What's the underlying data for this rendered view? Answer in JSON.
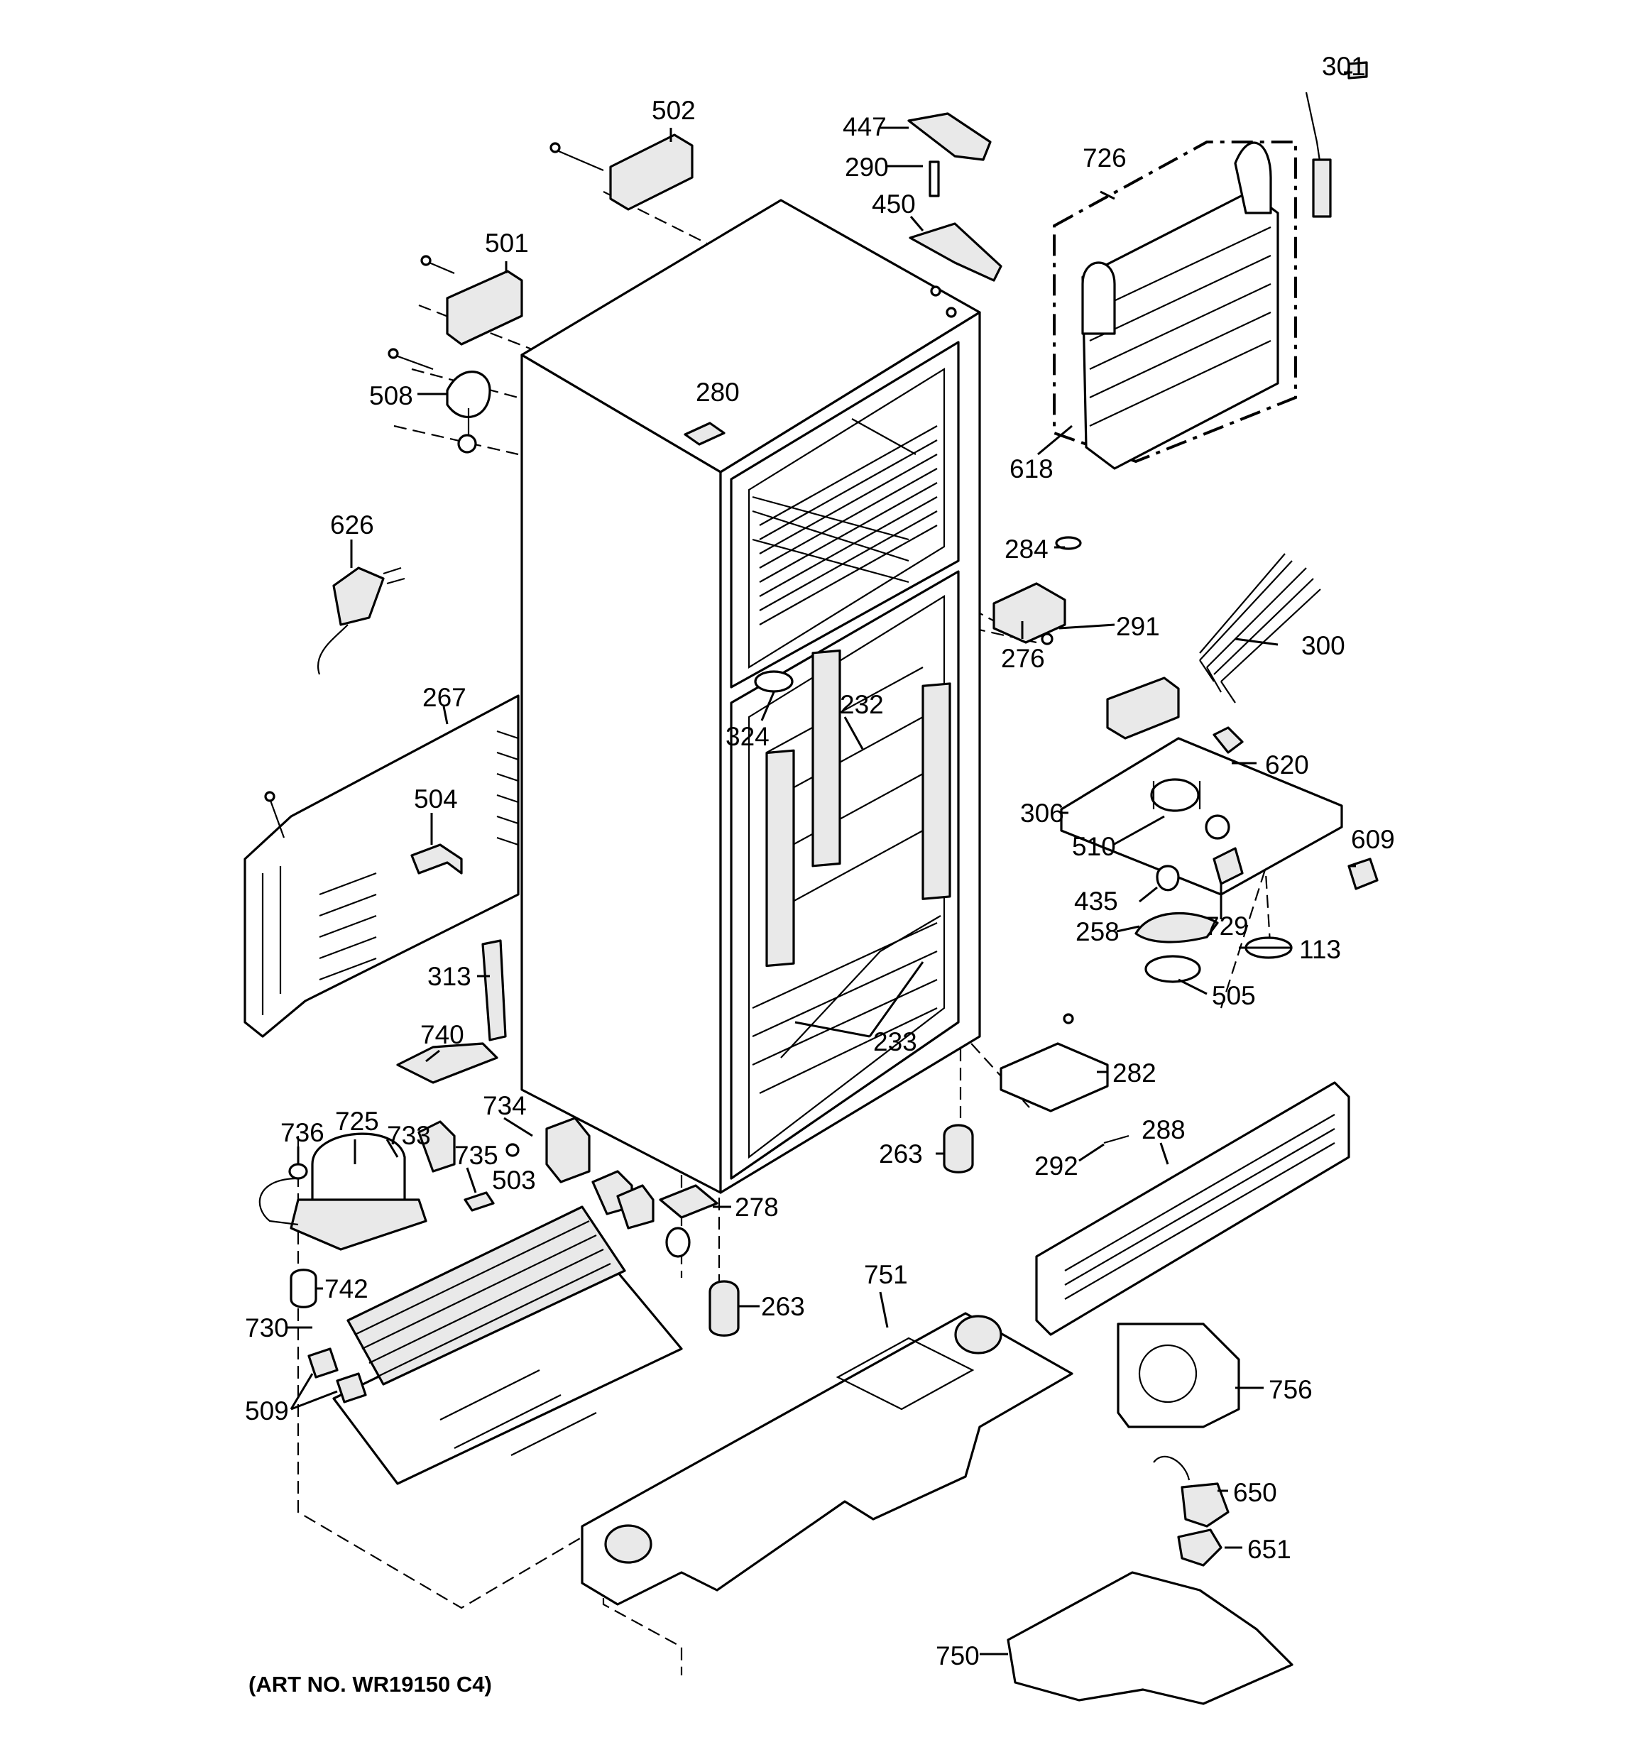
{
  "art_number": "(ART NO. WR19150 C4)",
  "callouts": [
    {
      "id": "502",
      "text": "502"
    },
    {
      "id": "447",
      "text": "447"
    },
    {
      "id": "290",
      "text": "290"
    },
    {
      "id": "450",
      "text": "450"
    },
    {
      "id": "301",
      "text": "301"
    },
    {
      "id": "726",
      "text": "726"
    },
    {
      "id": "501",
      "text": "501"
    },
    {
      "id": "508",
      "text": "508"
    },
    {
      "id": "280",
      "text": "280"
    },
    {
      "id": "618",
      "text": "618"
    },
    {
      "id": "626",
      "text": "626"
    },
    {
      "id": "284",
      "text": "284"
    },
    {
      "id": "291",
      "text": "291"
    },
    {
      "id": "276",
      "text": "276"
    },
    {
      "id": "300",
      "text": "300"
    },
    {
      "id": "267",
      "text": "267"
    },
    {
      "id": "232",
      "text": "232"
    },
    {
      "id": "324",
      "text": "324"
    },
    {
      "id": "620",
      "text": "620"
    },
    {
      "id": "504",
      "text": "504"
    },
    {
      "id": "306",
      "text": "306"
    },
    {
      "id": "510",
      "text": "510"
    },
    {
      "id": "609",
      "text": "609"
    },
    {
      "id": "435",
      "text": "435"
    },
    {
      "id": "729",
      "text": "729"
    },
    {
      "id": "258",
      "text": "258"
    },
    {
      "id": "113",
      "text": "113"
    },
    {
      "id": "313",
      "text": "313"
    },
    {
      "id": "505",
      "text": "505"
    },
    {
      "id": "740",
      "text": "740"
    },
    {
      "id": "233",
      "text": "233"
    },
    {
      "id": "282",
      "text": "282"
    },
    {
      "id": "734",
      "text": "734"
    },
    {
      "id": "725",
      "text": "725"
    },
    {
      "id": "736",
      "text": "736"
    },
    {
      "id": "733",
      "text": "733"
    },
    {
      "id": "288",
      "text": "288"
    },
    {
      "id": "735",
      "text": "735"
    },
    {
      "id": "263a",
      "text": "263"
    },
    {
      "id": "292",
      "text": "292"
    },
    {
      "id": "503",
      "text": "503"
    },
    {
      "id": "278",
      "text": "278"
    },
    {
      "id": "751",
      "text": "751"
    },
    {
      "id": "742",
      "text": "742"
    },
    {
      "id": "263b",
      "text": "263"
    },
    {
      "id": "730",
      "text": "730"
    },
    {
      "id": "756",
      "text": "756"
    },
    {
      "id": "509",
      "text": "509"
    },
    {
      "id": "650",
      "text": "650"
    },
    {
      "id": "651",
      "text": "651"
    },
    {
      "id": "750",
      "text": "750"
    }
  ]
}
